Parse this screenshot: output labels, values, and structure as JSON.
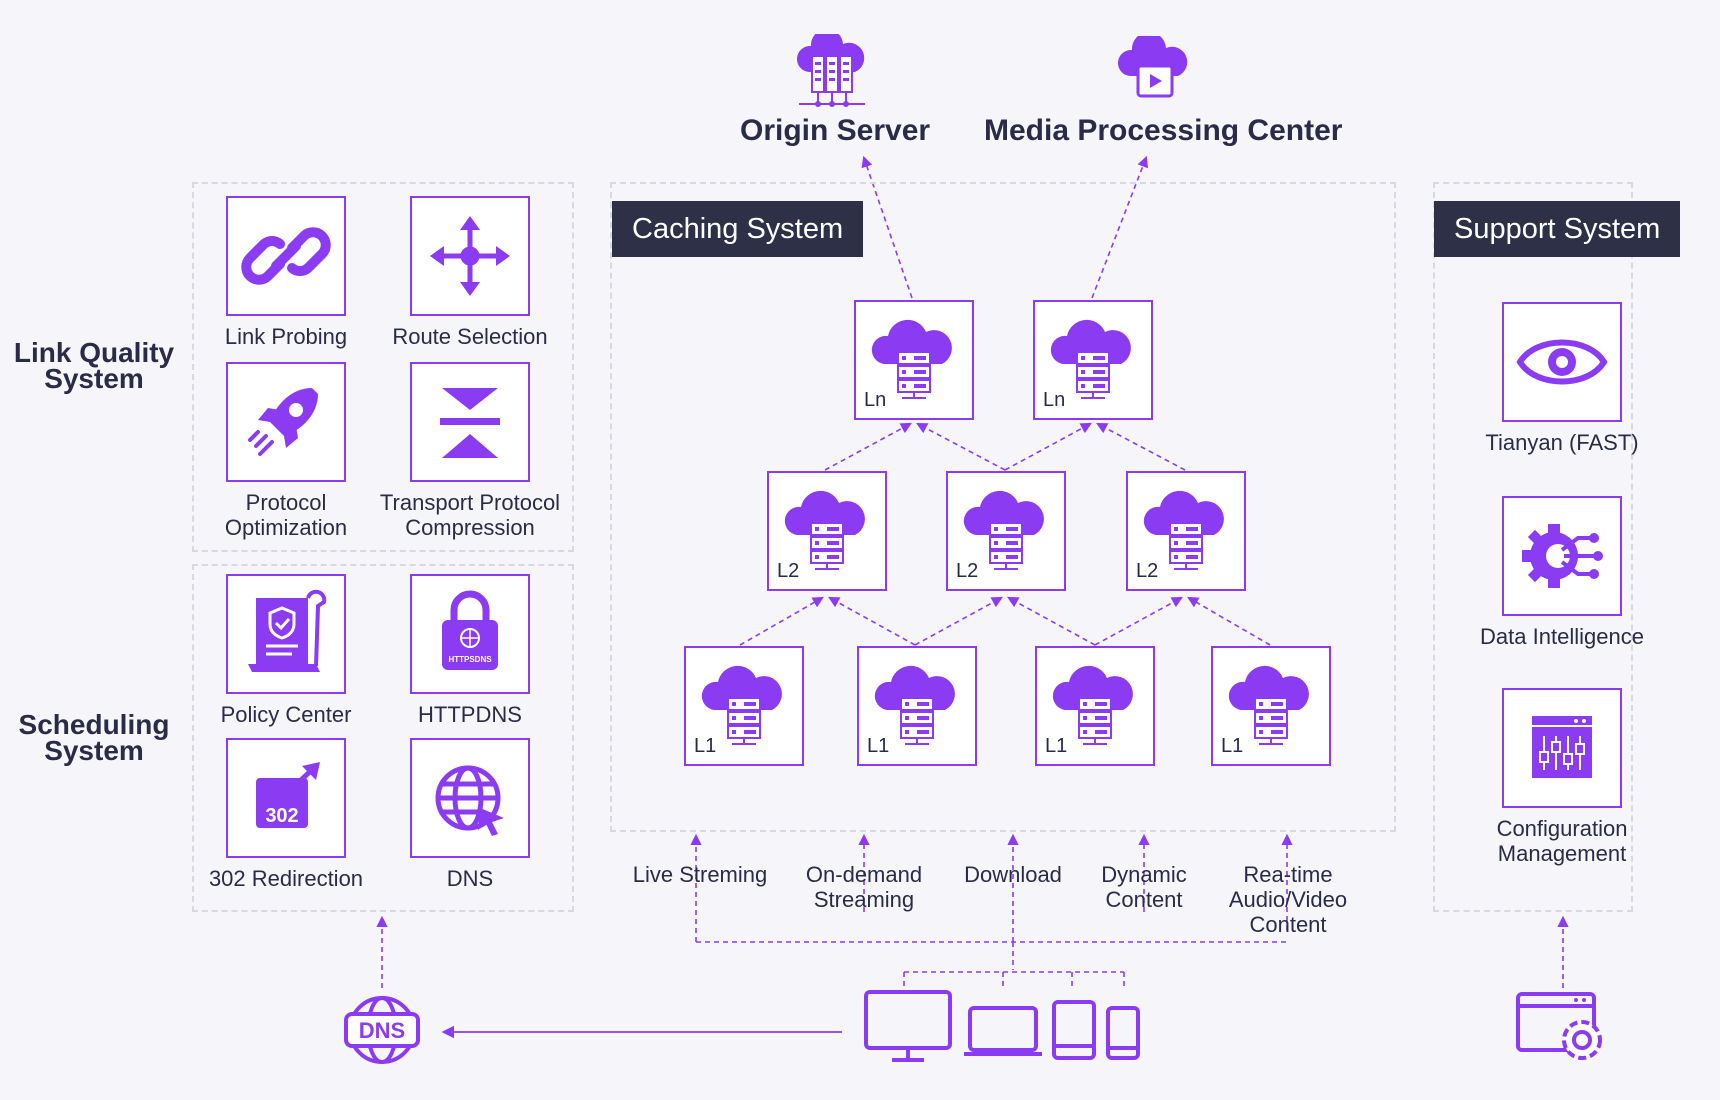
{
  "top": {
    "origin_server": "Origin Server",
    "media_center": "Media Processing Center"
  },
  "link_quality": {
    "title": "Link Quality System",
    "items": [
      "Link Probing",
      "Route Selection",
      "Protocol Optimization",
      "Transport Protocol Compression"
    ]
  },
  "scheduling": {
    "title": "Scheduling System",
    "items": [
      "Policy Center",
      "HTTPDNS",
      "302 Redirection",
      "DNS"
    ]
  },
  "caching": {
    "title": "Caching System",
    "levels": {
      "ln": "Ln",
      "l2": "L2",
      "l1": "L1"
    }
  },
  "support": {
    "title": "Support System",
    "items": [
      "Tianyan (FAST)",
      "Data Intelligence",
      "Configuration Management"
    ]
  },
  "content_types": [
    "Live Streming",
    "On-demand Streaming",
    "Download",
    "Dynamic Content",
    "Rea-time Audio/Video Content"
  ],
  "icon_text": {
    "httpdns": "HTTPSDNS",
    "redirect": "302",
    "dns": "DNS"
  },
  "colors": {
    "accent": "#8b3bf2",
    "dark": "#2d3047",
    "text": "#2a2b48",
    "background": "#f5f5fa",
    "panel_border": "#d7d8e0"
  }
}
